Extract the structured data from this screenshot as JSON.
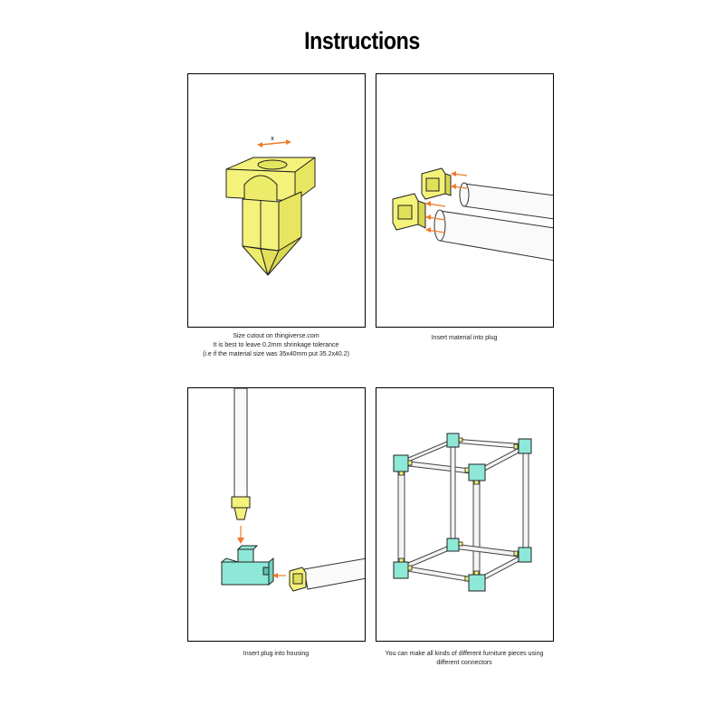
{
  "title": "Instructions",
  "panels": [
    {
      "id": "size-cutout",
      "dimension_label": "x",
      "caption_lines": [
        "Size cutout on thingiverse.com",
        "It is best to leave 0.2mm shrinkage tolerance",
        "(i.e if the material size was 35x40mm put 35.2x40.2)"
      ]
    },
    {
      "id": "insert-material",
      "caption_lines": [
        "Insert material into plug"
      ]
    },
    {
      "id": "insert-plug",
      "caption_lines": [
        "Insert plug into housing"
      ]
    },
    {
      "id": "furniture",
      "caption_lines": [
        "You can make all kinds of different furniture pieces using",
        "different connectors"
      ]
    }
  ],
  "colors": {
    "plug_yellow": "#f4f27a",
    "connector_teal": "#8ee8d8",
    "arrow_orange": "#f07a2a",
    "outline": "#222222"
  }
}
